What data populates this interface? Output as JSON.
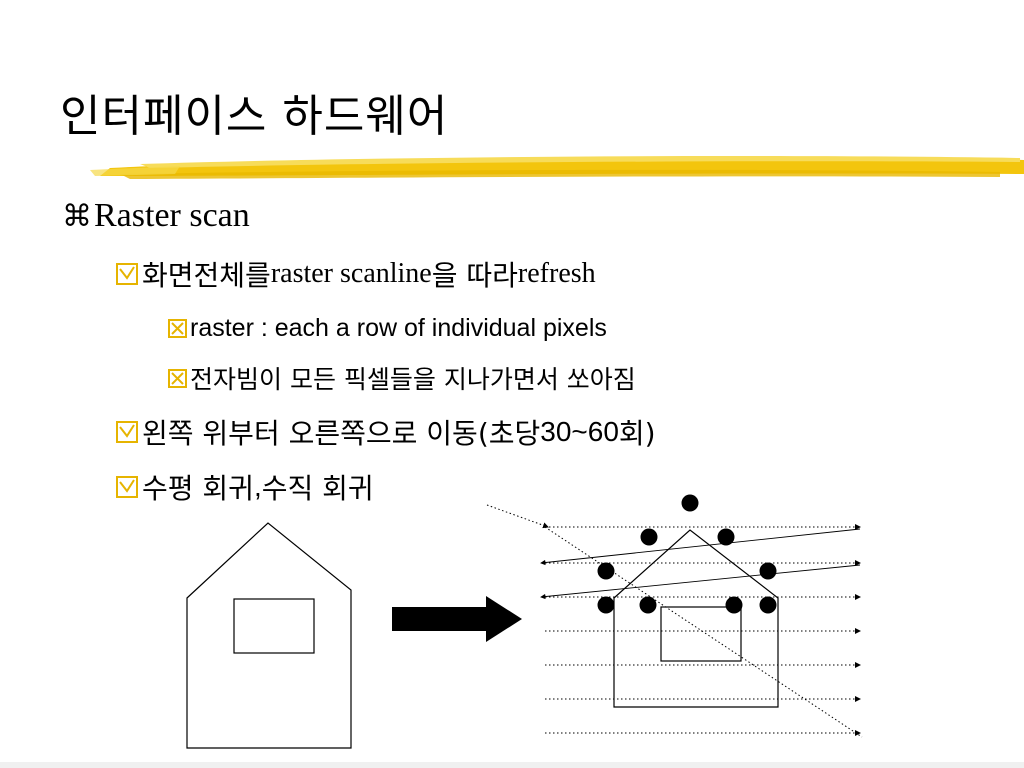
{
  "slide": {
    "title": "인터페이스 하드웨어",
    "level1": {
      "bullet": "⌘",
      "text": "Raster scan"
    },
    "items": [
      {
        "kr_prefix": "화면전체를 ",
        "en": "raster scanline",
        "kr_mid": "을 따라 ",
        "en2": "refresh"
      },
      {
        "text": "raster : each a row of individual pixels"
      },
      {
        "text": "전자빔이 모든 픽셀들을 지나가면서 쏘아짐"
      },
      {
        "kr": "왼쪽 위부터 오른쪽으로 이동(초당 ",
        "num": "30~60",
        "kr2": "회)"
      },
      {
        "kr": "수평 회귀",
        "comma": ", ",
        "kr2": "수직 회귀"
      }
    ]
  },
  "colors": {
    "brush_gold": "#f2c200",
    "brush_light": "#f7dc5a",
    "checkbox_border": "#e6b400",
    "text": "#000000"
  }
}
